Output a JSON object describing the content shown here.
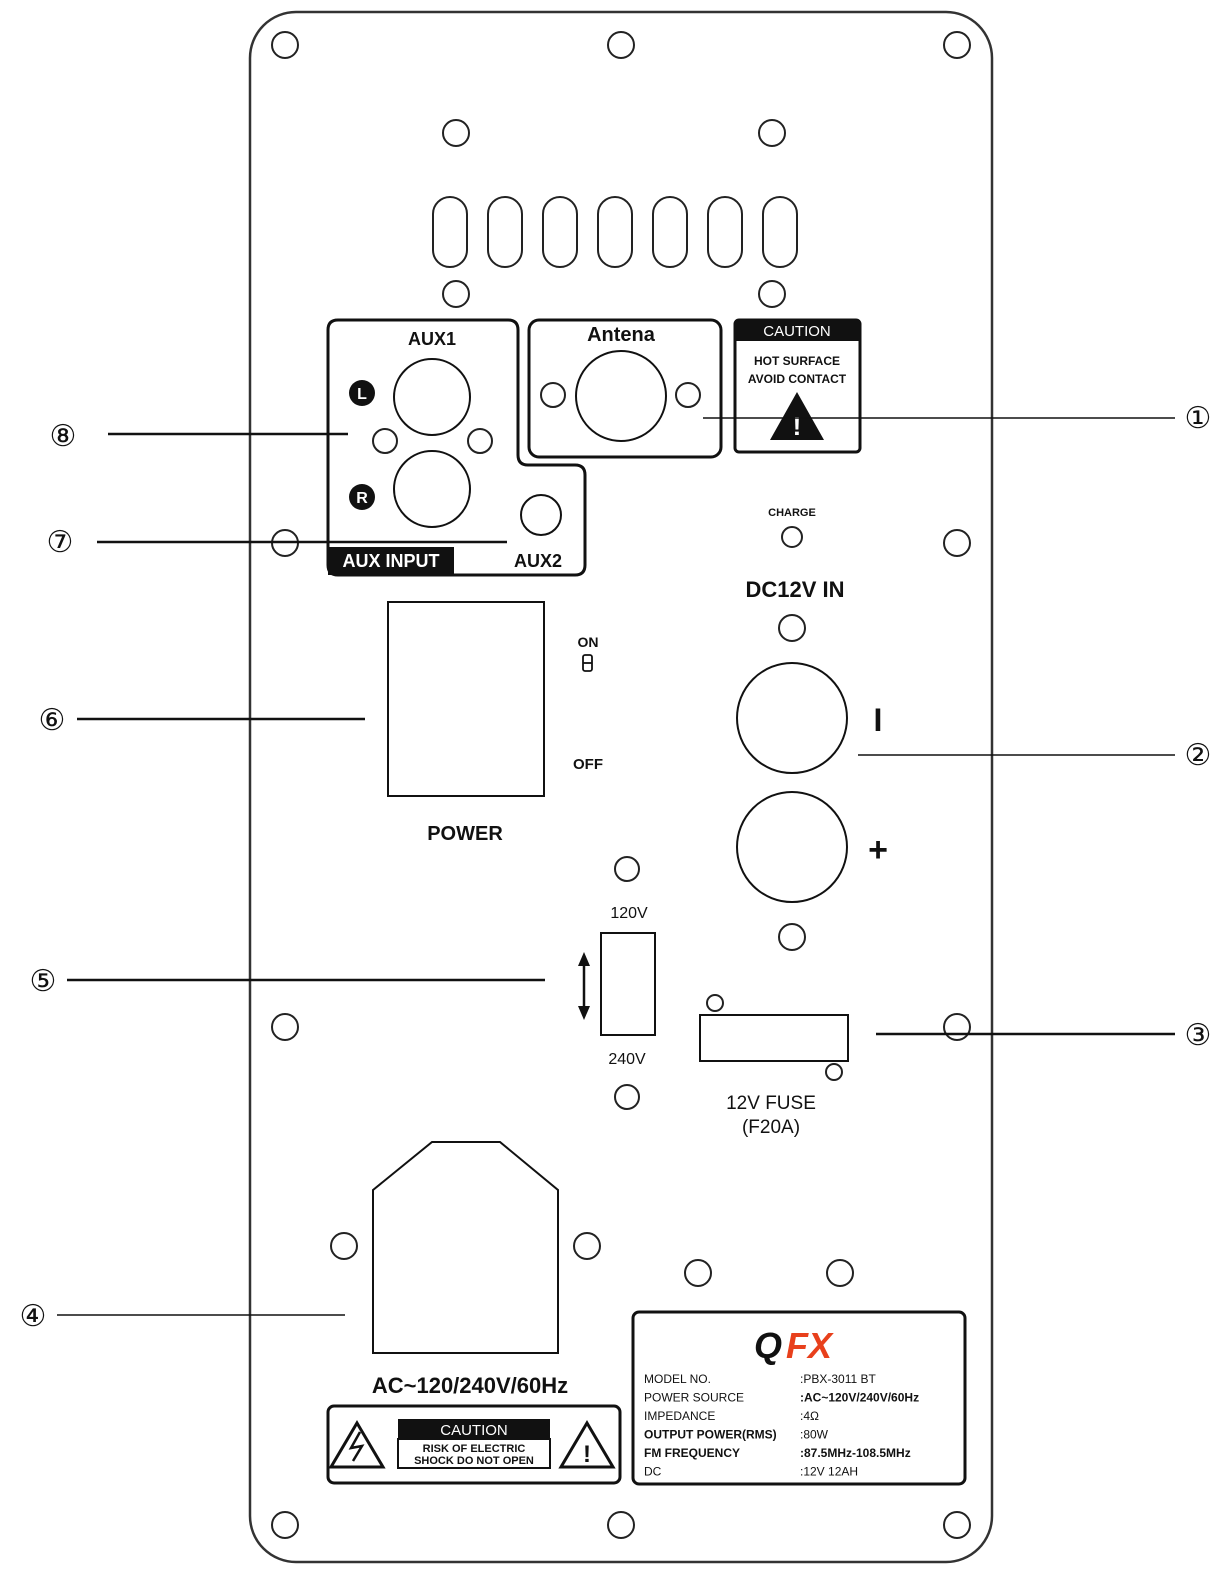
{
  "callouts": [
    "①",
    "②",
    "③",
    "④",
    "⑤",
    "⑥",
    "⑦",
    "⑧"
  ],
  "aux": {
    "aux1": "AUX1",
    "left_badge": "L",
    "right_badge": "R",
    "aux_input": "AUX INPUT",
    "aux2": "AUX2"
  },
  "antenna": "Antena",
  "caution_top": {
    "header": "CAUTION",
    "line1": "HOT SURFACE",
    "line2": "AVOID CONTACT",
    "mark": "!"
  },
  "dc": {
    "charge": "CHARGE",
    "title": "DC12V IN",
    "minus": "I",
    "plus": "+"
  },
  "power": {
    "on": "ON",
    "off": "OFF",
    "label": "POWER"
  },
  "voltage": {
    "top": "120V",
    "bottom": "240V"
  },
  "fuse": {
    "line1": "12V FUSE",
    "line2": "(F20A)"
  },
  "ac": {
    "label": "AC~120/240V/60Hz",
    "caution_header": "CAUTION",
    "caution_line1": "RISK OF ELECTRIC",
    "caution_line2": "SHOCK DO NOT OPEN"
  },
  "spec": {
    "brand_q": "Q",
    "brand_fx": "FX",
    "rows": [
      {
        "label": "MODEL NO.",
        "value": ":PBX-3011 BT"
      },
      {
        "label": "POWER SOURCE",
        "value": ":AC~120V/240V/60Hz"
      },
      {
        "label": "IMPEDANCE",
        "value": ":4Ω"
      },
      {
        "label": "OUTPUT POWER(RMS)",
        "value": ":80W"
      },
      {
        "label": "FM FREQUENCY",
        "value": ":87.5MHz-108.5MHz"
      },
      {
        "label": "DC",
        "value": ":12V 12AH"
      }
    ]
  },
  "colors": {
    "brand_red": "#e8401c",
    "ink": "#111111",
    "panel_background": "#ffffff"
  }
}
